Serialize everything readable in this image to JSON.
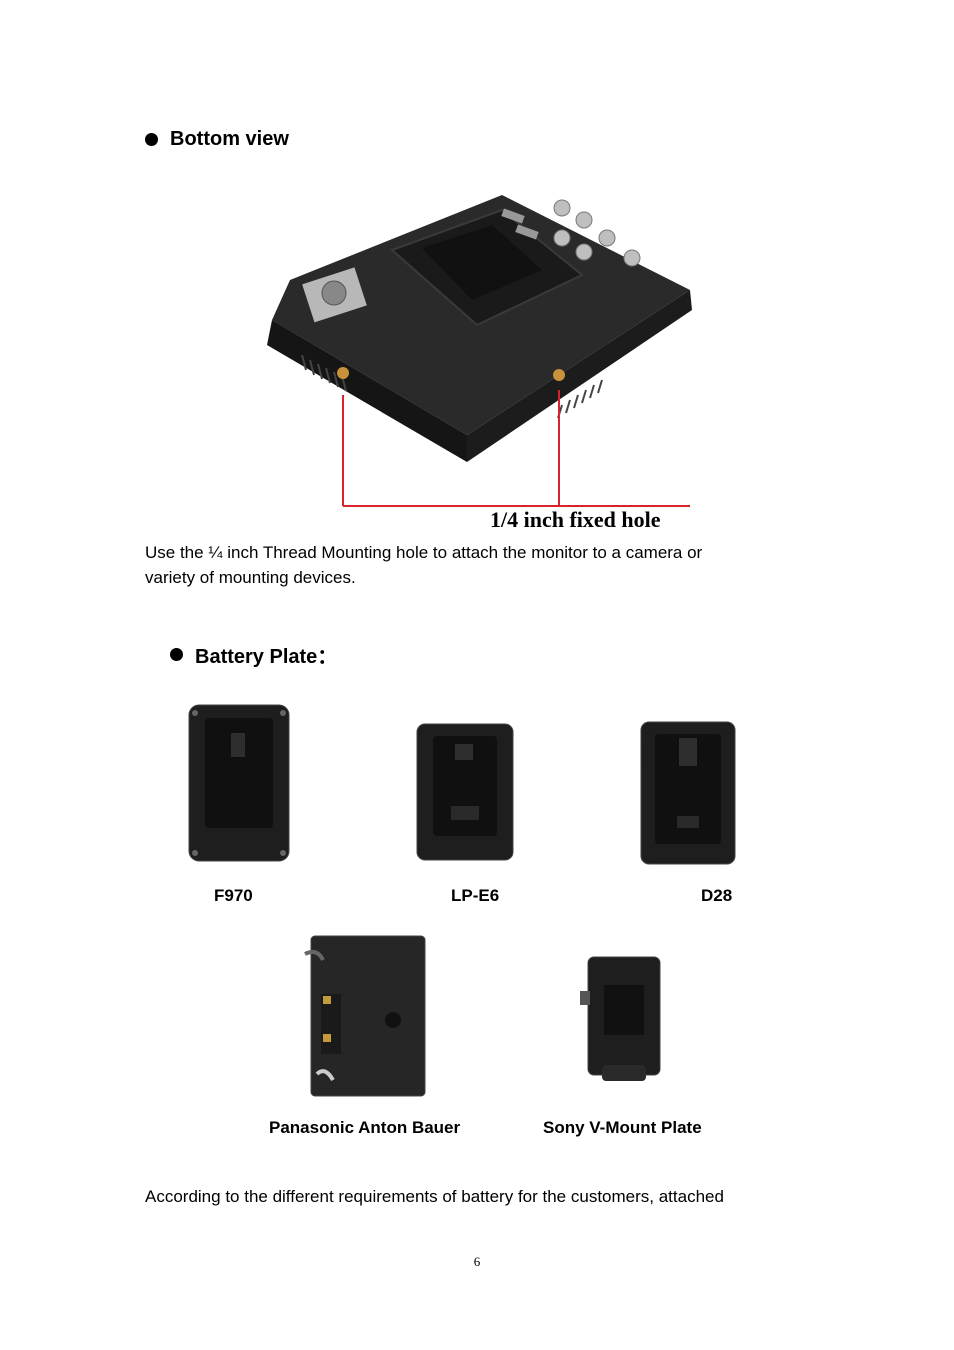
{
  "section_bottom": {
    "heading": "Bottom view"
  },
  "monitor_image": {
    "annotation": "1/4 inch fixed hole",
    "annotation_color": "#d9232a"
  },
  "bottom_paragraph": {
    "line1": "Use the ¼ inch Thread Mounting hole to attach the monitor to a camera or",
    "line2": "variety of mounting devices."
  },
  "section_battery": {
    "heading": "Battery Plate："
  },
  "plates_row1": [
    {
      "label": "F970"
    },
    {
      "label": "LP-E6"
    },
    {
      "label": "D28"
    }
  ],
  "plates_row2": [
    {
      "label": "Panasonic Anton Bauer"
    },
    {
      "label": "Sony V-Mount Plate"
    }
  ],
  "closing_paragraph": {
    "line1": "According to the different requirements of battery for the customers, attached"
  },
  "footer": {
    "page_number": "6"
  }
}
